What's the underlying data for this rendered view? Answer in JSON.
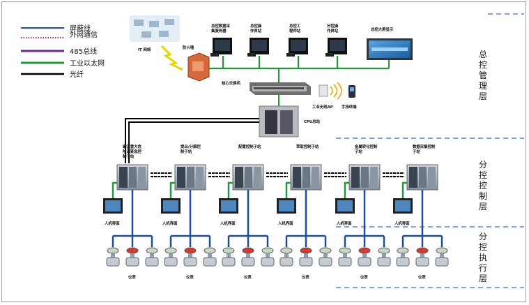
{
  "legend": {
    "items": [
      {
        "label": "屏蔽线",
        "color": "#1f4e9c",
        "style": "solid"
      },
      {
        "label": "外网通信",
        "color": "#d8262e",
        "style": "dotted"
      },
      {
        "label": "485总线",
        "color": "#6a2c91",
        "style": "solid"
      },
      {
        "label": "工业以太网",
        "color": "#1f9a3a",
        "style": "solid"
      },
      {
        "label": "光纤",
        "color": "#000000",
        "style": "solid"
      }
    ]
  },
  "layers": {
    "top": "总控管理层",
    "mid": "分控控制层",
    "exec": "分控执行层"
  },
  "top_level": {
    "internet_label": "IT 网络",
    "firewall_label": "防火墙",
    "workstations": [
      {
        "line1": "总控数据采",
        "line2": "集服务器"
      },
      {
        "line1": "总控操",
        "line2": "作员站"
      },
      {
        "line1": "总控工",
        "line2": "程师站"
      },
      {
        "line1": "分控操",
        "line2": "作员站"
      }
    ],
    "big_screen_label": "总控大屏显示",
    "core_switch_label": "核心交换机",
    "wireless_ap_label": "工业无线AP",
    "handheld_label": "手持终端",
    "cpu_label": "CPU总站"
  },
  "substations": [
    {
      "line1": "罐区重大危",
      "line2": "险源紧急控",
      "line3": "制子站"
    },
    {
      "line1": "提出/分解控",
      "line2": "制子站",
      "line3": ""
    },
    {
      "line1": "配置控制子站",
      "line2": "",
      "line3": ""
    },
    {
      "line1": "萃取控制子站",
      "line2": "",
      "line3": ""
    },
    {
      "line1": "金属转化控制",
      "line2": "子站",
      "line3": ""
    },
    {
      "line1": "数据采集控制",
      "line2": "子站",
      "line3": ""
    }
  ],
  "hmi_label": "人机界面",
  "instrument_label": "仪表",
  "colors": {
    "shielded": "#1f4e9c",
    "ethernet": "#1f9a3a",
    "fiber": "#000000",
    "external": "#d8262e",
    "bus485": "#6a2c91",
    "divider": "#3a6fb0"
  }
}
